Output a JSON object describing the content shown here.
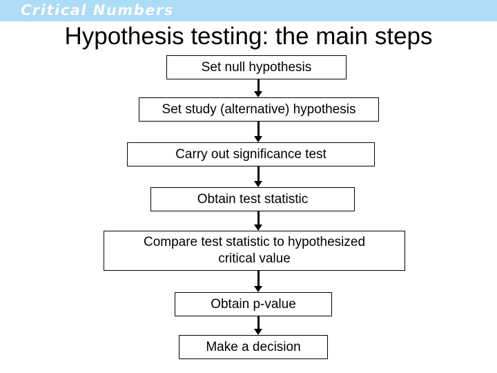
{
  "banner": {
    "logo_text": "Critical Numbers",
    "background_color": "#ADDCF7",
    "text_color": "#FFFFFF"
  },
  "slide": {
    "title": "Hypothesis testing: the main steps",
    "background_color": "#FFFFFF",
    "text_color": "#000000"
  },
  "flowchart": {
    "orientation": "vertical",
    "connector_type": "arrow-down",
    "steps": [
      {
        "index": 1,
        "label": "Set null hypothesis"
      },
      {
        "index": 2,
        "label": "Set study (alternative) hypothesis"
      },
      {
        "index": 3,
        "label": "Carry out significance test"
      },
      {
        "index": 4,
        "label": "Obtain test statistic"
      },
      {
        "index": 5,
        "label": "Compare test statistic to hypothesized\ncritical value"
      },
      {
        "index": 6,
        "label": "Obtain p-value"
      },
      {
        "index": 7,
        "label": "Make a decision"
      }
    ]
  }
}
